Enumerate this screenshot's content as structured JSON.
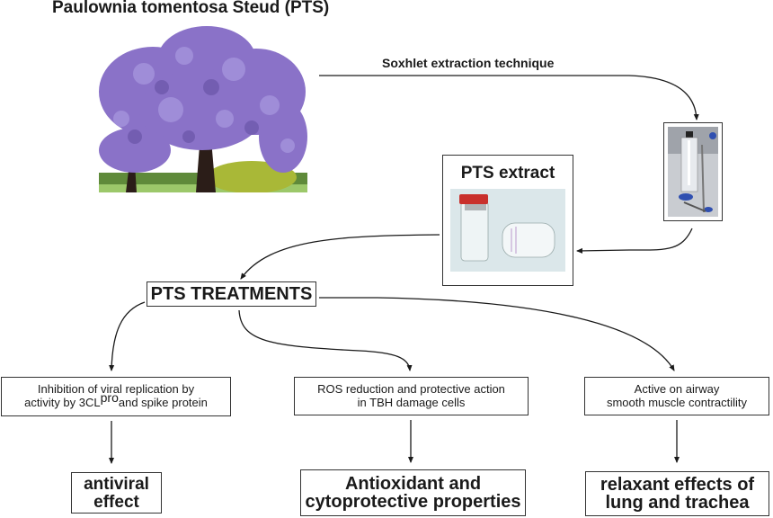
{
  "title": "Paulownia tomentosa Steud (PTS)",
  "process": {
    "step_label": "Soxhlet extraction technique",
    "extract_title": "PTS extract",
    "treatments_label": "PTS TREATMENTS"
  },
  "images": {
    "tree": "paulownia-tree-photo",
    "soxhlet": "soxhlet-apparatus-photo",
    "vials": "glass-vials-photo"
  },
  "colors": {
    "line": "#1a1a1a",
    "flower": "#8a72c8",
    "vial_cap": "#c9302c"
  },
  "mechanisms": [
    {
      "line1": "Inhibition of viral replication by",
      "line2_pre": "activity by 3CL",
      "line2_sup": "pro",
      "line2_post": "and spike protein"
    },
    {
      "line1": "ROS reduction and protective action",
      "line2": "in TBH damage cells"
    },
    {
      "line1": "Active on airway",
      "line2": "smooth muscle contractility"
    }
  ],
  "effects": [
    {
      "line1": "antiviral",
      "line2": "effect"
    },
    {
      "line1": "Antioxidant and",
      "line2": "cytoprotective properties"
    },
    {
      "line1": "relaxant effects of",
      "line2": "lung and trachea"
    }
  ]
}
